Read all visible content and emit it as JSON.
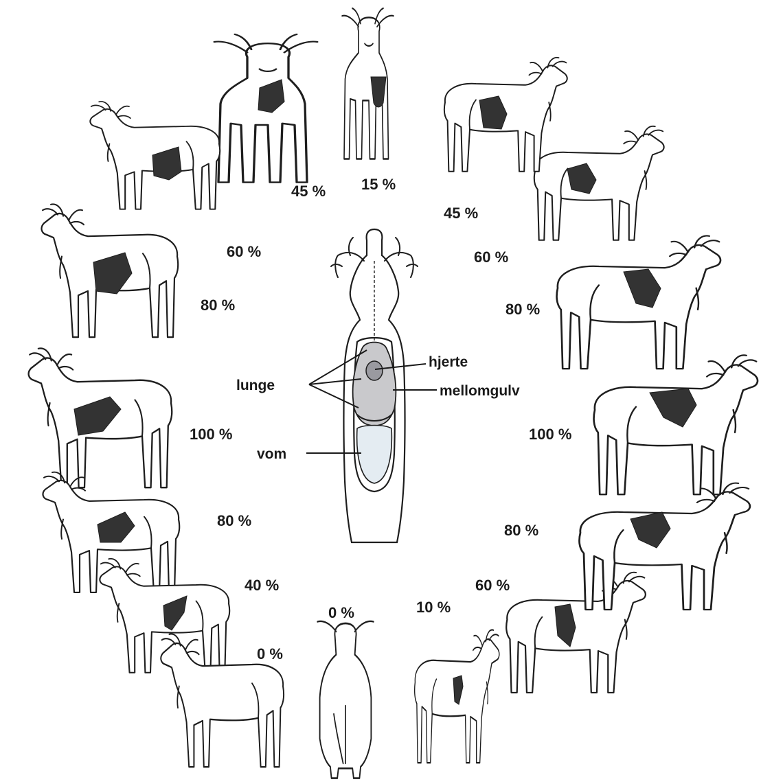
{
  "colors": {
    "vital_zone": "#333333",
    "outline": "#1e1e1e",
    "lung_fill": "#c9c9cc",
    "rumen_fill": "#e4ecf2"
  },
  "percent_labels": [
    "15 %",
    "45 %",
    "60 %",
    "80 %",
    "100 %",
    "80 %",
    "60 %",
    "10 %",
    "0 %",
    "0 %",
    "40 %",
    "80 %",
    "100 %",
    "80 %",
    "60 %",
    "45 %"
  ],
  "organ_labels": {
    "lunge": "lunge",
    "hjerte": "hjerte",
    "mellomgulv": "mellomgulv",
    "vom": "vom"
  },
  "icons": {
    "moose": "moose-icon",
    "vital_zone": "vital-zone-icon",
    "antlers": "antlers-icon"
  }
}
